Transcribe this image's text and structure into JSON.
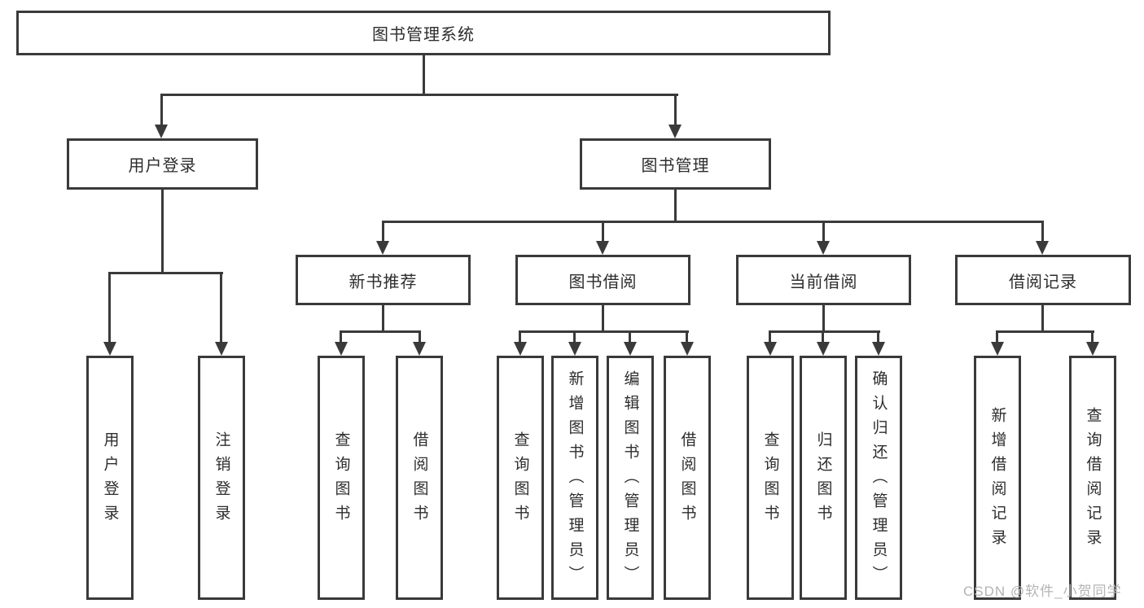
{
  "tree": {
    "root": "图书管理系统",
    "branches": [
      {
        "label": "用户登录",
        "children": [
          "用户登录",
          "注销登录"
        ]
      },
      {
        "label": "图书管理",
        "sections": [
          {
            "label": "新书推荐",
            "children": [
              "查询图书",
              "借阅图书"
            ]
          },
          {
            "label": "图书借阅",
            "children": [
              "查询图书",
              "新增图书（管理员）",
              "编辑图书（管理员）",
              "借阅图书"
            ]
          },
          {
            "label": "当前借阅",
            "children": [
              "查询图书",
              "归还图书",
              "确认归还（管理员）"
            ]
          },
          {
            "label": "借阅记录",
            "children": [
              "新增借阅记录",
              "查询借阅记录"
            ]
          }
        ]
      }
    ]
  },
  "watermark": {
    "text": "CSDN @软件_小贺同学",
    "color": "#b4b4b4"
  },
  "colors": {
    "line": "#3a3a3a",
    "text": "#2d2d2d",
    "background": "#ffffff"
  }
}
